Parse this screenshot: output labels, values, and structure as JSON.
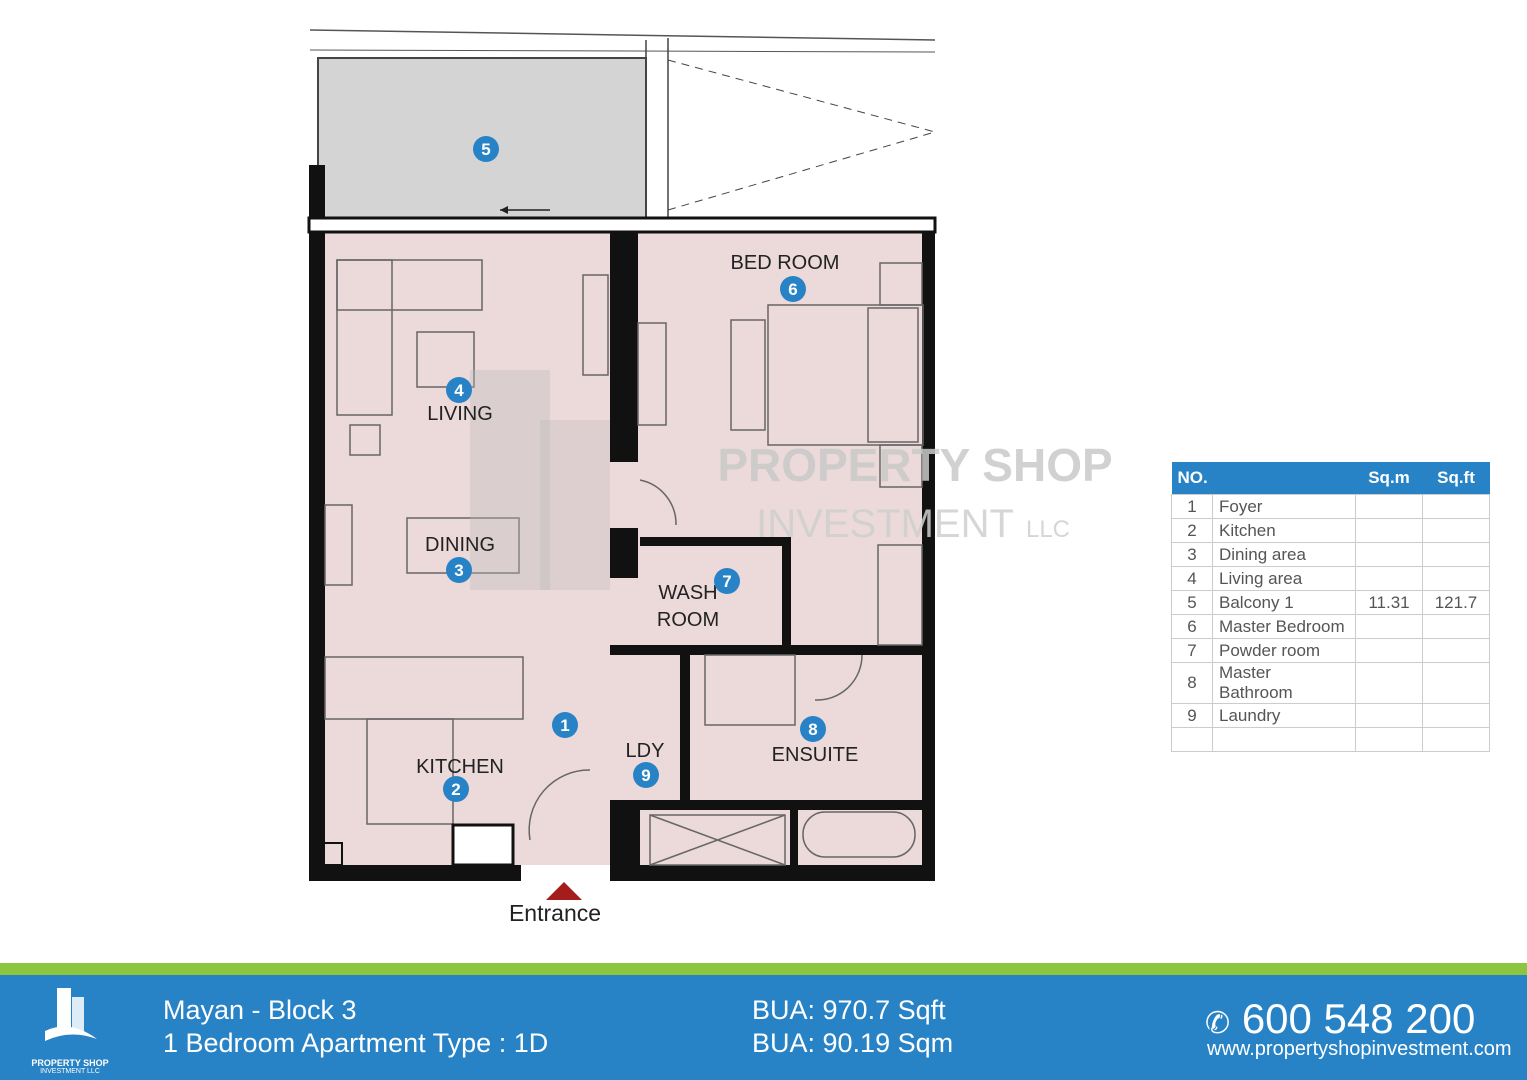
{
  "plan": {
    "rooms": {
      "balcony_no": "5",
      "bedroom": "BED ROOM",
      "bedroom_no": "6",
      "living": "LIVING",
      "living_no": "4",
      "dining": "DINING",
      "dining_no": "3",
      "wash1": "WASH",
      "wash2": "ROOM",
      "wash_no": "7",
      "foyer_no": "1",
      "kitchen": "KITCHEN",
      "kitchen_no": "2",
      "ldy": "LDY",
      "ldy_no": "9",
      "ensuite": "ENSUITE",
      "ensuite_no": "8"
    },
    "entrance": "Entrance",
    "watermark_line1": "PROPERTY SHOP",
    "watermark_line2": "INVESTMENT",
    "watermark_llc": "LLC"
  },
  "table": {
    "headers": [
      "NO.",
      "Sq.m",
      "Sq.ft"
    ],
    "rows": [
      {
        "no": "1",
        "name": "Foyer",
        "sqm": "",
        "sqft": ""
      },
      {
        "no": "2",
        "name": "Kitchen",
        "sqm": "",
        "sqft": ""
      },
      {
        "no": "3",
        "name": "Dining area",
        "sqm": "",
        "sqft": ""
      },
      {
        "no": "4",
        "name": "Living area",
        "sqm": "",
        "sqft": ""
      },
      {
        "no": "5",
        "name": "Balcony 1",
        "sqm": "11.31",
        "sqft": "121.7"
      },
      {
        "no": "6",
        "name": "Master Bedroom",
        "sqm": "",
        "sqft": ""
      },
      {
        "no": "7",
        "name": "Powder room",
        "sqm": "",
        "sqft": ""
      },
      {
        "no": "8",
        "name": "Master Bathroom",
        "sqm": "",
        "sqft": ""
      },
      {
        "no": "9",
        "name": "Laundry",
        "sqm": "",
        "sqft": ""
      },
      {
        "no": "",
        "name": "",
        "sqm": "",
        "sqft": ""
      }
    ]
  },
  "footer": {
    "logo_name": "PROPERTY SHOP",
    "logo_sub": "INVESTMENT LLC",
    "project": "Mayan - Block 3",
    "unit_type": "1 Bedroom Apartment Type : 1D",
    "bua_sqft": "BUA: 970.7 Sqft",
    "bua_sqm": "BUA: 90.19 Sqm",
    "phone": "600 548 200",
    "website": "www.propertyshopinvestment.com"
  },
  "colors": {
    "accent": "#2783c6",
    "green": "#8cc63f",
    "room": "#ecd9d9",
    "balcony": "#d4d4d4",
    "entrance": "#a51c1c"
  }
}
